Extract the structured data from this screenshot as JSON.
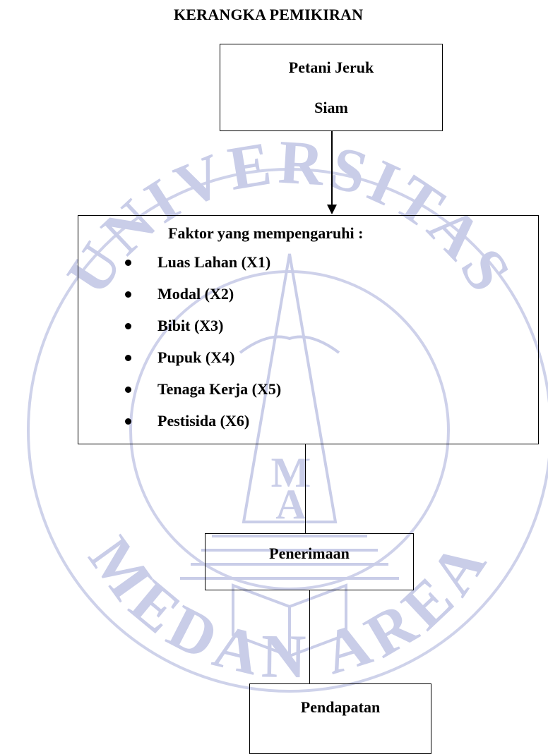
{
  "title": "KERANGKA PEMIKIRAN",
  "nodes": {
    "petani": {
      "line1": "Petani Jeruk",
      "line2": "Siam"
    },
    "faktor": {
      "heading": "Faktor yang mempengaruhi :",
      "items": [
        "Luas Lahan (X1)",
        "Modal (X2)",
        "Bibit (X3)",
        "Pupuk (X4)",
        "Tenaga Kerja (X5)",
        "Pestisida (X6)"
      ]
    },
    "penerimaan": {
      "label": "Penerimaan"
    },
    "pendapatan": {
      "label": "Pendapatan"
    }
  },
  "watermark": {
    "top_text": "UNIVERSITAS",
    "bottom_text": "MEDAN AREA",
    "color": "#c9cde8"
  }
}
